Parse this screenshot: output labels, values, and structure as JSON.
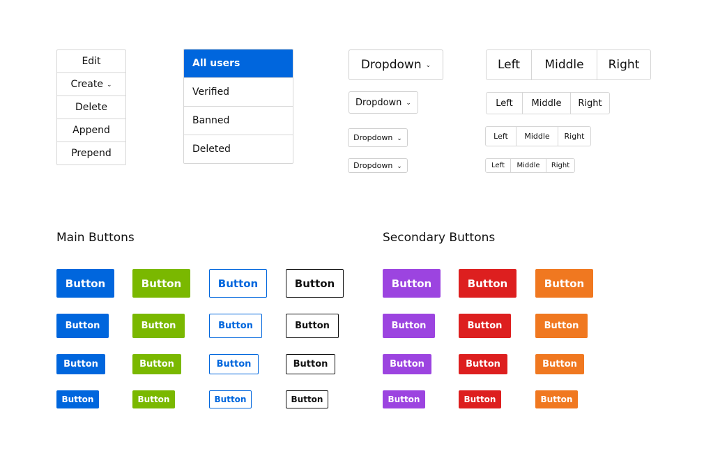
{
  "actions": [
    {
      "label": "Edit",
      "has_chevron": false
    },
    {
      "label": "Create",
      "has_chevron": true
    },
    {
      "label": "Delete",
      "has_chevron": false
    },
    {
      "label": "Append",
      "has_chevron": false
    },
    {
      "label": "Prepend",
      "has_chevron": false
    }
  ],
  "user_filter": {
    "active_color": "#0066dd",
    "items": [
      {
        "label": "All users",
        "active": true
      },
      {
        "label": "Verified",
        "active": false
      },
      {
        "label": "Banned",
        "active": false
      },
      {
        "label": "Deleted",
        "active": false
      }
    ]
  },
  "dropdowns": [
    {
      "label": "Dropdown"
    },
    {
      "label": "Dropdown"
    },
    {
      "label": "Dropdown"
    },
    {
      "label": "Dropdown"
    }
  ],
  "segmented": {
    "labels": [
      "Left",
      "Middle",
      "Right"
    ]
  },
  "main_buttons": {
    "heading": "Main Buttons",
    "label": "Button",
    "variants": [
      {
        "style": "solid",
        "color": "#0066dd"
      },
      {
        "style": "solid",
        "color": "#7ab800"
      },
      {
        "style": "outline",
        "color": "#0066dd"
      },
      {
        "style": "outline",
        "color": "#111111"
      }
    ]
  },
  "secondary_buttons": {
    "heading": "Secondary Buttons",
    "label": "Button",
    "variants": [
      {
        "style": "solid",
        "color": "#9c44e0"
      },
      {
        "style": "solid",
        "color": "#dd1f1f"
      },
      {
        "style": "solid",
        "color": "#f07820"
      }
    ]
  },
  "icons": {
    "chevron": "chevron-down-icon"
  }
}
